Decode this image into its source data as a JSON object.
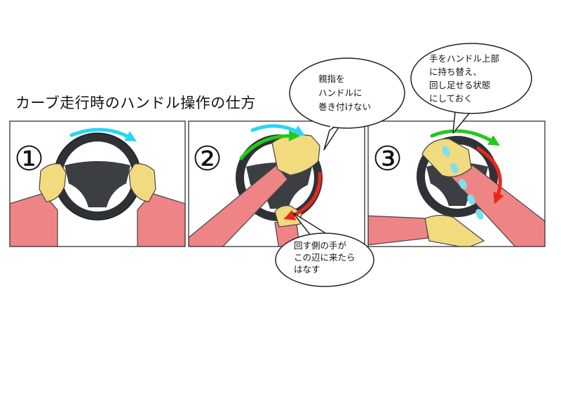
{
  "title": "カーブ走行時のハンドル操作の仕方",
  "panels": [
    {
      "number": "①"
    },
    {
      "number": "②"
    },
    {
      "number": "③"
    }
  ],
  "callouts": {
    "thumb": [
      "親指を",
      "ハンドルに",
      "巻き付けない"
    ],
    "release": [
      "回す側の手が",
      "この辺に来たら",
      "はなす"
    ],
    "regrip": [
      "手をハンドル上部",
      "に持ち替え、",
      "回し足せる状態",
      "にしておく"
    ]
  },
  "colors": {
    "sleeve": "#ee8486",
    "skin": "#f2da7e",
    "wheel": "#2e3236",
    "arrow_cyan": "#27d6f2",
    "arrow_green": "#25c81d",
    "arrow_red": "#e8271c",
    "guide_dots": "#7ee0ec"
  }
}
